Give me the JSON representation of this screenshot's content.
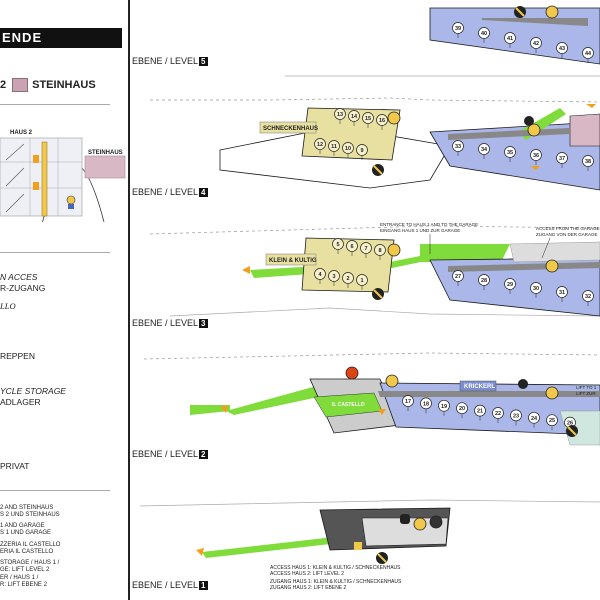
{
  "legend": {
    "title": "ENDE",
    "house2": "2",
    "steinhaus": "STEINHAUS",
    "diagram_haus2": "HAUS 2",
    "diagram_steinhaus": "STEINHAUS",
    "items": [
      {
        "text": "N ACCES",
        "italic": true
      },
      {
        "text": "R-ZUGANG",
        "italic": false
      },
      {
        "text": "LLO",
        "italic": true
      },
      {
        "text": "REPPEN",
        "italic": false
      },
      {
        "text": "YCLE STORAGE",
        "italic": true
      },
      {
        "text": "ADLAGER",
        "italic": false
      },
      {
        "text": "PRIVAT",
        "italic": false
      }
    ],
    "footnotes": [
      "2 AND STEINHAUS",
      "S 2 UND STEINHAUS",
      "1 AND GARAGE",
      "S 1 UND GARAGE",
      "ZZERIA IL CASTELLO",
      "ERIA IL CASTELLO",
      "STORAGE / HAUS 1 /",
      "GE: LIFT LEVEL 2",
      "ER / HAUS 1 /",
      "R: LIFT EBENE 2"
    ]
  },
  "levels": {
    "l5": {
      "label": "EBENE / LEVEL",
      "num": "5",
      "rooms": [
        "39",
        "40",
        "41",
        "42",
        "43",
        "44"
      ]
    },
    "l4": {
      "label": "EBENE / LEVEL",
      "num": "4",
      "building": "SCHNECKENHAUS",
      "rooms_left": [
        "13",
        "14",
        "15",
        "16",
        "12",
        "11",
        "10",
        "9"
      ],
      "rooms_right": [
        "33",
        "34",
        "35",
        "36",
        "37",
        "38"
      ]
    },
    "l3": {
      "label": "EBENE / LEVEL",
      "num": "3",
      "building": "KLEIN & KULTIG",
      "rooms_left": [
        "5",
        "6",
        "7",
        "8",
        "4",
        "3",
        "2",
        "1"
      ],
      "rooms_right": [
        "27",
        "28",
        "29",
        "30",
        "31",
        "32"
      ],
      "note_entrance_en": "ENTRANCE TO HAUS 1 AND TO THE GARAGE",
      "note_entrance_de": "EINGANG HAUS 1 UND ZUR GARAGE",
      "note_access_en": "ACCESS FROM THE GARAGE",
      "note_access_de": "ZUGANG VON DER GARAGE"
    },
    "l2": {
      "label": "EBENE / LEVEL",
      "num": "2",
      "building": "KRICKERL",
      "castello": "IL CASTELLO",
      "rooms": [
        "17",
        "18",
        "19",
        "20",
        "21",
        "22",
        "23",
        "24",
        "25",
        "26"
      ],
      "note_lift_en": "LIFT TO 1",
      "note_lift_de": "LIFT ZUR"
    },
    "l1": {
      "label": "EBENE / LEVEL",
      "num": "1",
      "notes": [
        "ACCESS HAUS 1: KLEIN & KULTIG / SCHNECKENHAUS",
        "ACCESS HAUS 2: LIFT LEVEL 2",
        "ZUGANG HAUS 1: KLEIN & KULTIG / SCHNECKENHAUS",
        "ZUGANG HAUS 2: LIFT EBENE 2"
      ]
    }
  },
  "colors": {
    "green": "#7fdc3a",
    "blue": "#aab7e8",
    "blue_dark": "#7d8ed0",
    "pink": "#c9a3b3",
    "yellow": "#e8e0a0",
    "grey": "#9a9a9a",
    "line": "#1a1a1a",
    "orange": "#f2a01c"
  }
}
